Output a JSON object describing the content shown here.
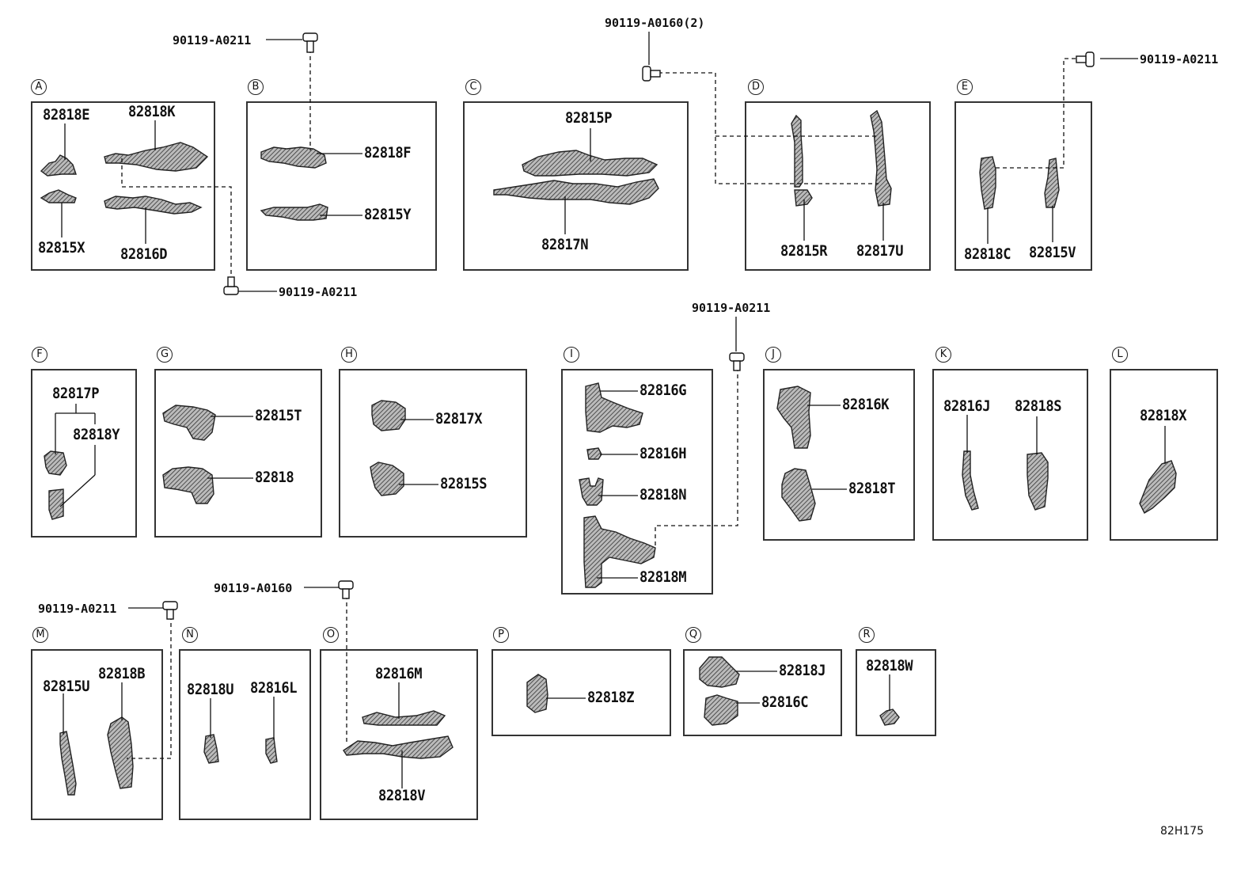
{
  "diagram_code": "82H175",
  "bolts": {
    "a0211_top_b": "90119-A0211",
    "a0160_2_top": "90119-A0160(2)",
    "a0211_top_e": "90119-A0211",
    "a0211_bottom_a": "90119-A0211",
    "a0211_mid_i": "90119-A0211",
    "a0160_o": "90119-A0160",
    "a0211_m": "90119-A0211"
  },
  "sections": [
    {
      "letter": "A",
      "parts": [
        "82818E",
        "82818K",
        "82815X",
        "82816D"
      ]
    },
    {
      "letter": "B",
      "parts": [
        "82818F",
        "82815Y"
      ]
    },
    {
      "letter": "C",
      "parts": [
        "82815P",
        "82817N"
      ]
    },
    {
      "letter": "D",
      "parts": [
        "82815R",
        "82817U"
      ]
    },
    {
      "letter": "E",
      "parts": [
        "82818C",
        "82815V"
      ]
    },
    {
      "letter": "F",
      "parts": [
        "82817P",
        "82818Y"
      ]
    },
    {
      "letter": "G",
      "parts": [
        "82815T",
        "82818"
      ]
    },
    {
      "letter": "H",
      "parts": [
        "82817X",
        "82815S"
      ]
    },
    {
      "letter": "I",
      "parts": [
        "82816G",
        "82816H",
        "82818N",
        "82818M"
      ]
    },
    {
      "letter": "J",
      "parts": [
        "82816K",
        "82818T"
      ]
    },
    {
      "letter": "K",
      "parts": [
        "82816J",
        "82818S"
      ]
    },
    {
      "letter": "L",
      "parts": [
        "82818X"
      ]
    },
    {
      "letter": "M",
      "parts": [
        "82815U",
        "82818B"
      ]
    },
    {
      "letter": "N",
      "parts": [
        "82818U",
        "82816L"
      ]
    },
    {
      "letter": "O",
      "parts": [
        "82816M",
        "82818V"
      ]
    },
    {
      "letter": "P",
      "parts": [
        "82818Z"
      ]
    },
    {
      "letter": "Q",
      "parts": [
        "82818J",
        "82816C"
      ]
    },
    {
      "letter": "R",
      "parts": [
        "82818W"
      ]
    }
  ]
}
